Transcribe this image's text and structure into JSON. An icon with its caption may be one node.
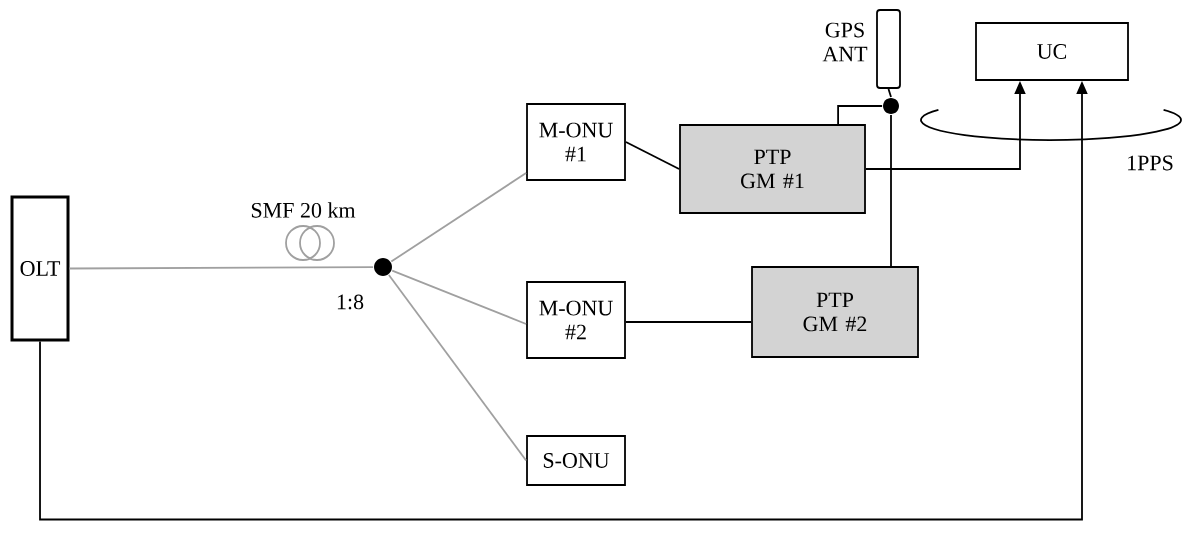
{
  "diagram": {
    "nodes": [
      {
        "text": [
          "OLT"
        ]
      },
      {
        "text": [],
        "shape": "circle",
        "beside": [
          "1:8"
        ]
      },
      {
        "text": [
          "M-ONU #1"
        ]
      },
      {
        "text": [
          "M-ONU #2"
        ]
      },
      {
        "text": [
          "S-ONU"
        ]
      },
      {
        "text": [
          "PTP GM #1"
        ]
      },
      {
        "text": [
          "PTP GM #2"
        ]
      },
      {
        "text": [],
        "shape": "box",
        "beside": [
          "GPS ANT"
        ]
      },
      {
        "text": [],
        "shape": "circle"
      },
      {
        "text": [
          "UC"
        ]
      }
    ],
    "edges": [
      {
        "from": 0,
        "to": 1,
        "arrow": "none",
        "color": "#a0a0a0",
        "label": "SMF 20 km"
      },
      {
        "from": 1,
        "to": 2,
        "arrow": "none",
        "color": "#a0a0a0"
      },
      {
        "from": 1,
        "to": 3,
        "arrow": "none",
        "color": "#a0a0a0"
      },
      {
        "from": 1,
        "to": 4,
        "arrow": "none",
        "color": "#a0a0a0"
      },
      {
        "from": 2,
        "to": 5,
        "arrow": "none"
      },
      {
        "from": 3,
        "to": 6,
        "arrow": "none"
      },
      {
        "from": 5,
        "to": 8,
        "arrow": "none"
      },
      {
        "from": 8,
        "to": 7,
        "arrow": "none"
      },
      {
        "from": 6,
        "to": 8,
        "arrow": "none"
      },
      {
        "from": 5,
        "to": 9,
        "arrow": "to"
      },
      {
        "from": 0,
        "to": 9,
        "arrow": "to"
      }
    ],
    "labels": [
      "1PPS"
    ]
  }
}
